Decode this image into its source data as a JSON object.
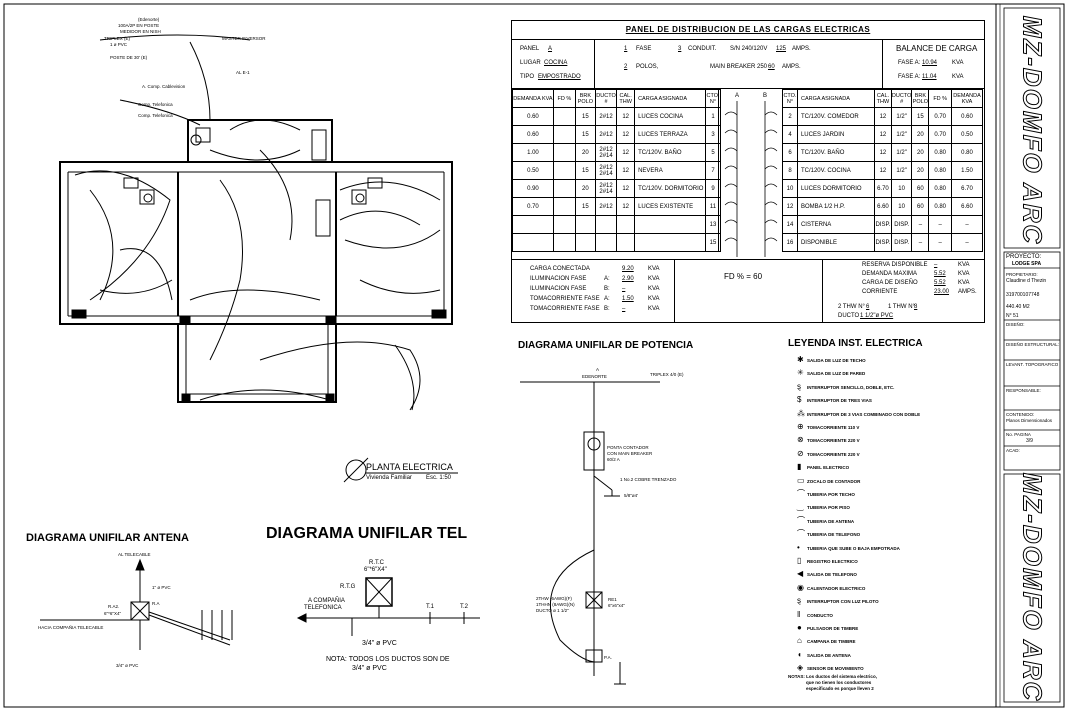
{
  "panel_table": {
    "title": "PANEL DE DISTRIBUCION DE LAS CARGAS ELECTRICAS",
    "panel_label": "PANEL",
    "panel_value": "A",
    "fase_num": "1",
    "fase_label": "FASE",
    "conduit_num": "3",
    "conduit_label": "CONDUIT.",
    "sn_label": "S/N 240/120V",
    "amps_value": "125",
    "amps_label": "AMPS.",
    "lugar_label": "LUGAR",
    "lugar_value": "COCINA",
    "polos_num": "2",
    "polos_label": "POLOS,",
    "main_breaker_label": "MAIN BREAKER 250",
    "main_breaker_value": "60",
    "main_breaker_amps": "AMPS.",
    "tipo_label": "TIPO",
    "tipo_value": "EMPOSTRADO",
    "balance_title": "BALANCE DE CARGA",
    "fase_a_label": "FASE A:",
    "fase_a_value": "10.94",
    "fase_a_unit": "KVA",
    "fase_a2_label": "FASE A:",
    "fase_a2_value": "11.04",
    "fase_a2_unit": "KVA",
    "left_headers": [
      "DEMANDA KVA",
      "FD %",
      "BRK POLO",
      "DUCTO #",
      "CAL. THW",
      "CARGA ASIGNADA",
      "CTO. N°"
    ],
    "right_headers": [
      "CTO. N°",
      "CARGA ASIGNADA",
      "CAL. THW",
      "DUCTO #",
      "BRK POLO",
      "FD %",
      "DEMANDA KVA"
    ],
    "ab_labels": [
      "A",
      "B"
    ],
    "left_rows": [
      [
        "0.60",
        "15",
        "2#12",
        "12",
        "LUCES COCINA",
        "1"
      ],
      [
        "0.60",
        "15",
        "2#12",
        "12",
        "LUCES TERRAZA",
        "3"
      ],
      [
        "1.00",
        "20",
        "2#12 2#14",
        "12",
        "TC/120V. BAÑO",
        "5"
      ],
      [
        "0.50",
        "15",
        "2#12 2#14",
        "12",
        "NEVERA",
        "7"
      ],
      [
        "0.90",
        "20",
        "2#12 2#14",
        "12",
        "TC/120V. DORMITORIO",
        "9"
      ],
      [
        "0.70",
        "15",
        "2#12",
        "12",
        "LUCES EXISTENTE",
        "11"
      ],
      [
        "",
        "",
        "",
        "",
        "",
        "13"
      ],
      [
        "",
        "",
        "",
        "",
        "",
        "15"
      ]
    ],
    "right_rows": [
      [
        "2",
        "TC/120V. COMEDOR",
        "12",
        "1/2\"",
        "15",
        "0.70",
        "0.60"
      ],
      [
        "4",
        "LUCES JARDIN",
        "12",
        "1/2\"",
        "20",
        "0.70",
        "0.50"
      ],
      [
        "6",
        "TC/120V. BAÑO",
        "12",
        "1/2\"",
        "20",
        "0.80",
        "0.80"
      ],
      [
        "8",
        "TC/120V. COCINA",
        "12",
        "1/2\"",
        "20",
        "0.80",
        "1.50"
      ],
      [
        "10",
        "LUCES DORMITORIO",
        "6.70",
        "10",
        "60",
        "0.80",
        "6.70"
      ],
      [
        "12",
        "BOMBA 1/2 H.P.",
        "6.60",
        "10",
        "60",
        "0.80",
        "6.60"
      ],
      [
        "14",
        "CISTERNA",
        "DISP.",
        "DISP.",
        "–",
        "–",
        "–"
      ],
      [
        "16",
        "DISPONIBLE",
        "DISP.",
        "DISP.",
        "–",
        "–",
        "–"
      ]
    ],
    "summary_left": [
      {
        "label": "CARGA CONECTADA",
        "fase": "",
        "value": "9.20",
        "unit": "KVA"
      },
      {
        "label": "ILUMINACION FASE",
        "fase": "A:",
        "value": "2.90",
        "unit": "KVA"
      },
      {
        "label": "ILUMINACION FASE",
        "fase": "B:",
        "value": "–",
        "unit": "KVA"
      },
      {
        "label": "TOMACORRIENTE FASE",
        "fase": "A:",
        "value": "1.50",
        "unit": "KVA"
      },
      {
        "label": "TOMACORRIENTE FASE",
        "fase": "B:",
        "value": "–",
        "unit": "KVA"
      }
    ],
    "fd_text": "FD % = 60",
    "summary_right": [
      {
        "label": "RESERVA DISPONIBLE",
        "value": "–",
        "unit": "KVA"
      },
      {
        "label": "DEMANDA MAXIMA",
        "value": "5.52",
        "unit": "KVA"
      },
      {
        "label": "CARGA DE DISEÑO",
        "value": "5.52",
        "unit": "KVA"
      },
      {
        "label": "CORRIENTE",
        "value": "23.00",
        "unit": "AMPS."
      }
    ],
    "thw_line": "2 THW N°",
    "thw_value": "6",
    "thw_mid": "1 THW N°",
    "thw_value2": "8",
    "ducto_label": "DUCTO",
    "ducto_value": "1 1/2\"ø PVC"
  },
  "floor_plan": {
    "callout_top": [
      "(Edenorte)",
      "100A/2P EN POSTE",
      "MEDIDOR EN NISH"
    ],
    "triplex_label": "TRIPLEX (E)",
    "triplex_size": "1 ø PVC",
    "poste_label": "POSTE DE 30' (E)",
    "master_label": "MASTER INVERSOR",
    "al_label": "AL E-1",
    "comp_label1": "A. Comp. Cablevision",
    "comp_label2": "Comp. Telefonica",
    "comp_label3": "Comp. Telefonica",
    "planta_title": "PLANTA ELECTRICA",
    "planta_sub": "Vivienda Familiar",
    "planta_scale": "Esc. 1:50"
  },
  "antena": {
    "title": "DIAGRAMA UNIFILAR ANTENA",
    "al_telecable": "AL TELECABLE",
    "pvc1": "1\" ø PVC",
    "ra2": "R.A2.",
    "ra2_size": "6\"*6\"X4\"",
    "ra": "R.A",
    "hacia": "HACIA COMPAÑIA TELECABLE",
    "pvc2": "3/4\" ø PVC"
  },
  "tel": {
    "title": "DIAGRAMA UNIFILAR TEL",
    "rtc": "R.T.C",
    "rtc_size": "6\"*6\"X4\"",
    "rtg": "R.T.G",
    "compania": "A COMPAÑIA",
    "telefonica": "TELEFONICA",
    "t1": "T.1",
    "t2": "T.2",
    "pvc": "3/4\" ø PVC",
    "nota1": "NOTA: TODOS LOS DUCTOS SON DE",
    "nota2": "3/4\" ø PVC"
  },
  "potencia": {
    "title": "DIAGRAMA UNIFILAR DE POTENCIA",
    "a_label": "A",
    "edenorte": "EDENORTE",
    "triplex": "TRIPLEX 4/0 (E)",
    "contador": [
      "PONTA CONTADOR",
      "CON MAIN BREAKER",
      "60/2 A"
    ],
    "cobre": "1 No.2 COBRE TRENZADO",
    "varilla": "5/8\"ø4'",
    "thw_lbl": [
      "2THW (6AWG)(F)",
      "1THHN (8AWG)(N)",
      "DUCTO ø 1 1/2\""
    ],
    "re": [
      "RE1",
      "6\"x6\"x4\""
    ],
    "pa": "P.A."
  },
  "leyenda": {
    "title": "LEYENDA INST. ELECTRICA",
    "items": [
      {
        "sym": "✱",
        "text": "SALIDA DE LUZ DE TECHO"
      },
      {
        "sym": "✳",
        "text": "SALIDA DE LUZ DE PARED"
      },
      {
        "sym": "ȿ",
        "text": "INTERRUPTOR SENCILLO, DOBLE, ETC."
      },
      {
        "sym": "$",
        "text": "INTERRUPTOR DE TRES VIAS"
      },
      {
        "sym": "⁂",
        "text": "INTERRUPTOR DE 3 VIAS COMBINADO CON DOBLE"
      },
      {
        "sym": "⊕",
        "text": "TOMACORRIENTE 110 V"
      },
      {
        "sym": "⊗",
        "text": "TOMACORRIENTE 220 V"
      },
      {
        "sym": "⊘",
        "text": "TOMACORRIENTE 220 V"
      },
      {
        "sym": "▮",
        "text": "PANEL ELECTRICO"
      },
      {
        "sym": "▭",
        "text": "ZOCALO DE CONTADOR"
      },
      {
        "sym": "⌒",
        "text": "TUBERIA POR TECHO"
      },
      {
        "sym": "‿",
        "text": "TUBERIA POR PISO"
      },
      {
        "sym": "⌒",
        "text": "TUBERIA DE ANTENA"
      },
      {
        "sym": "⌒",
        "text": "TUBERIA DE TELEFONO"
      },
      {
        "sym": "•",
        "text": "TUBERIA QUE SUBE O BAJA EMPOTRADA"
      },
      {
        "sym": "▯",
        "text": "REGISTRO ELECTRICO"
      },
      {
        "sym": "◀",
        "text": "SALIDA DE TELEFONO"
      },
      {
        "sym": "◉",
        "text": "CALENTADOR ELECTRICO"
      },
      {
        "sym": "ȿ",
        "text": "INTERRUPTOR CON LUZ PILOTO"
      },
      {
        "sym": "ǁ",
        "text": "CONDUCTO"
      },
      {
        "sym": "●",
        "text": "PULSADOR DE TIMBRE"
      },
      {
        "sym": "⌂",
        "text": "CAMPANA DE TIMBRE"
      },
      {
        "sym": "◖",
        "text": "SALIDA DE ANTENA"
      },
      {
        "sym": "◈",
        "text": "SENSOR DE MOVIMIENTO"
      }
    ],
    "notas": [
      "NOTAS: Los ductos del sistema electrico,",
      "que no tienen los conductores",
      "especificado es porque lleven 2"
    ]
  },
  "sidebar": {
    "proyecto_label": "PROYECTO:",
    "proyecto_value": "LODGE SPA",
    "propietario": "PROPIETARIO:",
    "propietario_name": "Claudine d Thezin",
    "cedula": "319700107748",
    "superficie": "440.40 M2",
    "parcela": "N° 51",
    "diseno": "DISEÑO:",
    "estructural": "DISEÑO ESTRUCTURAL:",
    "levant": "LEVANT. TOPOGRAFICO",
    "responsable": "RESPONSABLE:",
    "contenido": "CONTENIDO:",
    "contenido_val": "Planos Dimensionados",
    "lamina_label": "No. PAGINA",
    "lamina": "3/9",
    "aprob": "ACAD:"
  }
}
